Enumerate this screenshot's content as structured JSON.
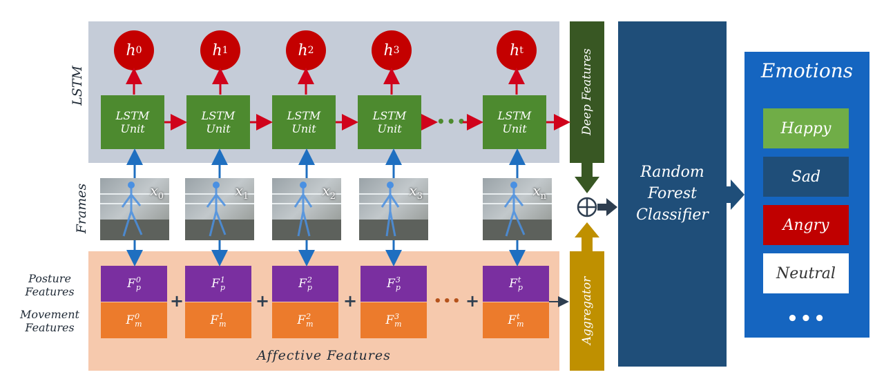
{
  "labels": {
    "lstm": "LSTM",
    "frames": "Frames",
    "posture": "Posture Features",
    "movement": "Movement Features",
    "affective": "Affective Features",
    "deep": "Deep Features",
    "aggregator": "Aggregator",
    "rf_line1": "Random",
    "rf_line2": "Forest",
    "rf_line3": "Classifier",
    "operator": "⊕"
  },
  "hidden_states": [
    {
      "base": "h",
      "sub": "0"
    },
    {
      "base": "h",
      "sub": "1"
    },
    {
      "base": "h",
      "sub": "2"
    },
    {
      "base": "h",
      "sub": "3"
    },
    {
      "base": "h",
      "sub": "t"
    }
  ],
  "lstm_units": [
    {
      "line1": "LSTM",
      "line2": "Unit"
    },
    {
      "line1": "LSTM",
      "line2": "Unit"
    },
    {
      "line1": "LSTM",
      "line2": "Unit"
    },
    {
      "line1": "LSTM",
      "line2": "Unit"
    },
    {
      "line1": "LSTM",
      "line2": "Unit"
    }
  ],
  "frames": [
    {
      "base": "x",
      "sub": "0"
    },
    {
      "base": "x",
      "sub": "1"
    },
    {
      "base": "x",
      "sub": "2"
    },
    {
      "base": "x",
      "sub": "3"
    },
    {
      "base": "x",
      "sub": "n"
    }
  ],
  "posture_features": [
    {
      "base": "F",
      "sup": "0",
      "sub": "p"
    },
    {
      "base": "F",
      "sup": "1",
      "sub": "p"
    },
    {
      "base": "F",
      "sup": "2",
      "sub": "p"
    },
    {
      "base": "F",
      "sup": "3",
      "sub": "p"
    },
    {
      "base": "F",
      "sup": "t",
      "sub": "p"
    }
  ],
  "movement_features": [
    {
      "base": "F",
      "sup": "0",
      "sub": "m"
    },
    {
      "base": "F",
      "sup": "1",
      "sub": "m"
    },
    {
      "base": "F",
      "sup": "2",
      "sub": "m"
    },
    {
      "base": "F",
      "sup": "3",
      "sub": "m"
    },
    {
      "base": "F",
      "sup": "t",
      "sub": "m"
    }
  ],
  "plus_sign": "+",
  "ellipsis_dots": "•••",
  "emotions": {
    "title": "Emotions",
    "items": [
      {
        "label": "Happy",
        "bg": "#70ad47",
        "fg": "#ffffff"
      },
      {
        "label": "Sad",
        "bg": "#1f4e79",
        "fg": "#ffffff"
      },
      {
        "label": "Angry",
        "bg": "#c00000",
        "fg": "#ffffff"
      },
      {
        "label": "Neutral",
        "bg": "#ffffff",
        "fg": "#333333"
      }
    ],
    "more": "•••"
  },
  "colors": {
    "lstm_unit": "#4d8a2f",
    "hidden_state": "#c40000",
    "posture": "#7a2fa0",
    "movement": "#ec7b2c",
    "deep_features": "#385723",
    "aggregator": "#bf9000",
    "random_forest": "#1f4e79",
    "emotions_panel": "#1565c0",
    "arrow_red": "#d0021b",
    "arrow_blue": "#1f6fc0"
  }
}
